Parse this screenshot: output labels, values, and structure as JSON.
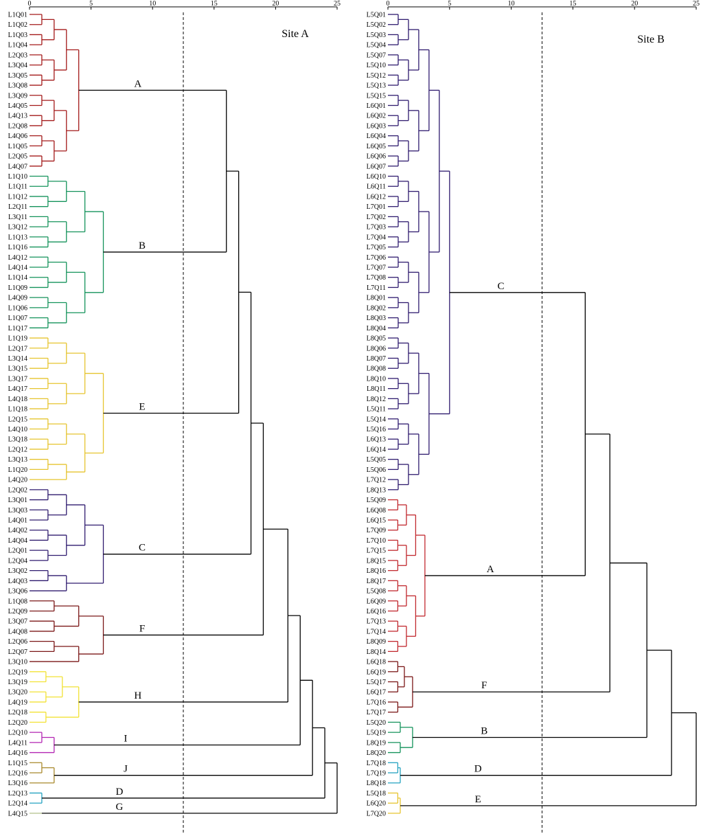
{
  "chart_data": [
    {
      "type": "dendrogram",
      "title": "Site A",
      "xlim": [
        0,
        25
      ],
      "xticks": [
        "0",
        "5",
        "10",
        "15",
        "20",
        "25"
      ],
      "cut": 12.5,
      "labels": [
        "L1Q01",
        "L1Q02",
        "L1Q03",
        "L1Q04",
        "L2Q03",
        "L3Q04",
        "L3Q05",
        "L3Q08",
        "L3Q09",
        "L4Q05",
        "L4Q13",
        "L2Q08",
        "L4Q06",
        "L1Q05",
        "L2Q05",
        "L4Q07",
        "L1Q10",
        "L1Q11",
        "L1Q12",
        "L2Q11",
        "L3Q11",
        "L3Q12",
        "L1Q13",
        "L1Q16",
        "L4Q12",
        "L4Q14",
        "L1Q14",
        "L1Q09",
        "L4Q09",
        "L1Q06",
        "L1Q07",
        "L1Q17",
        "L1Q19",
        "L2Q17",
        "L3Q14",
        "L3Q15",
        "L3Q17",
        "L4Q17",
        "L4Q18",
        "L1Q18",
        "L2Q15",
        "L4Q10",
        "L3Q18",
        "L2Q12",
        "L3Q13",
        "L1Q20",
        "L4Q20",
        "L2Q02",
        "L3Q01",
        "L3Q03",
        "L4Q01",
        "L4Q02",
        "L4Q04",
        "L2Q01",
        "L2Q04",
        "L3Q02",
        "L4Q03",
        "L3Q06",
        "L1Q08",
        "L2Q09",
        "L3Q07",
        "L4Q08",
        "L2Q06",
        "L2Q07",
        "L3Q10",
        "L2Q19",
        "L3Q19",
        "L3Q20",
        "L4Q19",
        "L2Q18",
        "L2Q20",
        "L2Q10",
        "L4Q11",
        "L4Q16",
        "L1Q15",
        "L2Q16",
        "L3Q16",
        "L2Q13",
        "L2Q14",
        "L4Q15"
      ],
      "clusters": [
        {
          "name": "A",
          "color": "#a31919",
          "members": [
            "L1Q01",
            "L1Q02",
            "L1Q03",
            "L1Q04",
            "L2Q03",
            "L3Q04",
            "L3Q05",
            "L3Q08",
            "L3Q09",
            "L4Q05",
            "L4Q13",
            "L2Q08",
            "L4Q06",
            "L1Q05",
            "L2Q05",
            "L4Q07"
          ]
        },
        {
          "name": "B",
          "color": "#13925a",
          "members": [
            "L1Q10",
            "L1Q11",
            "L1Q12",
            "L2Q11",
            "L3Q11",
            "L3Q12",
            "L1Q13",
            "L1Q16",
            "L4Q12",
            "L4Q14",
            "L1Q14",
            "L1Q09",
            "L4Q09",
            "L1Q06",
            "L1Q07",
            "L1Q17"
          ]
        },
        {
          "name": "E",
          "color": "#e6c42e",
          "members": [
            "L1Q19",
            "L2Q17",
            "L3Q14",
            "L3Q15",
            "L3Q17",
            "L4Q17",
            "L4Q18",
            "L1Q18",
            "L2Q15",
            "L4Q10",
            "L3Q18",
            "L2Q12",
            "L3Q13",
            "L1Q20",
            "L4Q20"
          ]
        },
        {
          "name": "C",
          "color": "#2e1a6e",
          "members": [
            "L2Q02",
            "L3Q01",
            "L3Q03",
            "L4Q01",
            "L4Q02",
            "L4Q04",
            "L2Q01",
            "L2Q04",
            "L3Q02",
            "L4Q03",
            "L3Q06"
          ]
        },
        {
          "name": "F",
          "color": "#7a1616",
          "members": [
            "L1Q08",
            "L2Q09",
            "L3Q07",
            "L4Q08",
            "L2Q06",
            "L2Q07",
            "L3Q10"
          ]
        },
        {
          "name": "H",
          "color": "#f2e234",
          "members": [
            "L2Q19",
            "L3Q19",
            "L3Q20",
            "L4Q19",
            "L2Q18",
            "L2Q20"
          ]
        },
        {
          "name": "I",
          "color": "#b223b2",
          "members": [
            "L2Q10",
            "L4Q11",
            "L4Q16"
          ]
        },
        {
          "name": "J",
          "color": "#a8882a",
          "members": [
            "L1Q15",
            "L2Q16",
            "L3Q16"
          ]
        },
        {
          "name": "D",
          "color": "#23a2c0",
          "members": [
            "L2Q13",
            "L2Q14"
          ]
        },
        {
          "name": "G",
          "color": "#b0bf8a",
          "members": [
            "L4Q15"
          ]
        }
      ],
      "cluster_heights": [
        {
          "cluster": "A",
          "height": 4
        },
        {
          "cluster": "B",
          "height": 6
        },
        {
          "cluster": "E",
          "height": 6
        },
        {
          "cluster": "C",
          "height": 6
        },
        {
          "cluster": "F",
          "height": 6
        },
        {
          "cluster": "H",
          "height": 4
        },
        {
          "cluster": "I",
          "height": 2
        },
        {
          "cluster": "J",
          "height": 2
        },
        {
          "cluster": "D",
          "height": 1
        },
        {
          "cluster": "G",
          "height": 1
        }
      ],
      "cluster_merges": [
        {
          "join": [
            "A",
            "B"
          ],
          "height": 16
        },
        {
          "join": [
            "A+B",
            "E"
          ],
          "height": 17
        },
        {
          "join": [
            "A+B+E",
            "C"
          ],
          "height": 18
        },
        {
          "join": [
            "A+B+E+C",
            "F"
          ],
          "height": 19
        },
        {
          "join": [
            "A+B+E+C+F",
            "H"
          ],
          "height": 21
        },
        {
          "join": [
            "…+H",
            "I"
          ],
          "height": 22
        },
        {
          "join": [
            "…+I",
            "J"
          ],
          "height": 23
        },
        {
          "join": [
            "…+J",
            "D"
          ],
          "height": 24
        },
        {
          "join": [
            "…+D",
            "G"
          ],
          "height": 25
        }
      ]
    },
    {
      "type": "dendrogram",
      "title": "Site B",
      "xlim": [
        0,
        25
      ],
      "xticks": [
        "0",
        "5",
        "10",
        "15",
        "20",
        "25"
      ],
      "cut": 12.5,
      "labels": [
        "L5Q01",
        "L5Q02",
        "L5Q03",
        "L5Q04",
        "L5Q07",
        "L5Q10",
        "L5Q12",
        "L5Q13",
        "L5Q15",
        "L6Q01",
        "L6Q02",
        "L6Q03",
        "L6Q04",
        "L6Q05",
        "L6Q06",
        "L6Q07",
        "L6Q10",
        "L6Q11",
        "L6Q12",
        "L7Q01",
        "L7Q02",
        "L7Q03",
        "L7Q04",
        "L7Q05",
        "L7Q06",
        "L7Q07",
        "L7Q08",
        "L7Q11",
        "L8Q01",
        "L8Q02",
        "L8Q03",
        "L8Q04",
        "L8Q05",
        "L8Q06",
        "L8Q07",
        "L8Q08",
        "L8Q10",
        "L8Q11",
        "L8Q12",
        "L5Q11",
        "L5Q14",
        "L5Q16",
        "L6Q13",
        "L6Q14",
        "L5Q05",
        "L5Q06",
        "L7Q12",
        "L8Q13",
        "L5Q09",
        "L6Q08",
        "L6Q15",
        "L7Q09",
        "L7Q10",
        "L7Q15",
        "L8Q15",
        "L8Q16",
        "L8Q17",
        "L5Q08",
        "L6Q09",
        "L6Q16",
        "L7Q13",
        "L7Q14",
        "L8Q09",
        "L8Q14",
        "L6Q18",
        "L6Q19",
        "L5Q17",
        "L6Q17",
        "L7Q16",
        "L7Q17",
        "L5Q20",
        "L5Q19",
        "L8Q19",
        "L8Q20",
        "L7Q18",
        "L7Q19",
        "L8Q18",
        "L5Q18",
        "L6Q20",
        "L7Q20"
      ],
      "clusters": [
        {
          "name": "C",
          "color": "#2e1a6e",
          "members": [
            "L5Q01",
            "L5Q02",
            "L5Q03",
            "L5Q04",
            "L5Q07",
            "L5Q10",
            "L5Q12",
            "L5Q13",
            "L5Q15",
            "L6Q01",
            "L6Q02",
            "L6Q03",
            "L6Q04",
            "L6Q05",
            "L6Q06",
            "L6Q07",
            "L6Q10",
            "L6Q11",
            "L6Q12",
            "L7Q01",
            "L7Q02",
            "L7Q03",
            "L7Q04",
            "L7Q05",
            "L7Q06",
            "L7Q07",
            "L7Q08",
            "L7Q11",
            "L8Q01",
            "L8Q02",
            "L8Q03",
            "L8Q04",
            "L8Q05",
            "L8Q06",
            "L8Q07",
            "L8Q08",
            "L8Q10",
            "L8Q11",
            "L8Q12",
            "L5Q11",
            "L5Q14",
            "L5Q16",
            "L6Q13",
            "L6Q14",
            "L5Q05",
            "L5Q06",
            "L7Q12",
            "L8Q13"
          ]
        },
        {
          "name": "A",
          "color": "#c1272d",
          "members": [
            "L5Q09",
            "L6Q08",
            "L6Q15",
            "L7Q09",
            "L7Q10",
            "L7Q15",
            "L8Q15",
            "L8Q16",
            "L8Q17",
            "L5Q08",
            "L6Q09",
            "L6Q16",
            "L7Q13",
            "L7Q14",
            "L8Q09",
            "L8Q14"
          ]
        },
        {
          "name": "F",
          "color": "#7a1616",
          "members": [
            "L6Q18",
            "L6Q19",
            "L5Q17",
            "L6Q17",
            "L7Q16",
            "L7Q17"
          ]
        },
        {
          "name": "B",
          "color": "#13925a",
          "members": [
            "L5Q20",
            "L5Q19",
            "L8Q19",
            "L8Q20"
          ]
        },
        {
          "name": "D",
          "color": "#23a2c0",
          "members": [
            "L7Q18",
            "L7Q19",
            "L8Q18"
          ]
        },
        {
          "name": "E",
          "color": "#e6c42e",
          "members": [
            "L5Q18",
            "L6Q20",
            "L7Q20"
          ]
        }
      ],
      "cluster_heights": [
        {
          "cluster": "C",
          "height": 5
        },
        {
          "cluster": "A",
          "height": 3
        },
        {
          "cluster": "F",
          "height": 2
        },
        {
          "cluster": "B",
          "height": 2
        },
        {
          "cluster": "D",
          "height": 1
        },
        {
          "cluster": "E",
          "height": 1
        }
      ],
      "cluster_merges": [
        {
          "join": [
            "C",
            "A"
          ],
          "height": 16
        },
        {
          "join": [
            "C+A",
            "F"
          ],
          "height": 18
        },
        {
          "join": [
            "C+A+F",
            "B"
          ],
          "height": 21
        },
        {
          "join": [
            "C+A+F+B",
            "D"
          ],
          "height": 23
        },
        {
          "join": [
            "C+A+F+B+D",
            "E"
          ],
          "height": 25
        }
      ]
    }
  ]
}
